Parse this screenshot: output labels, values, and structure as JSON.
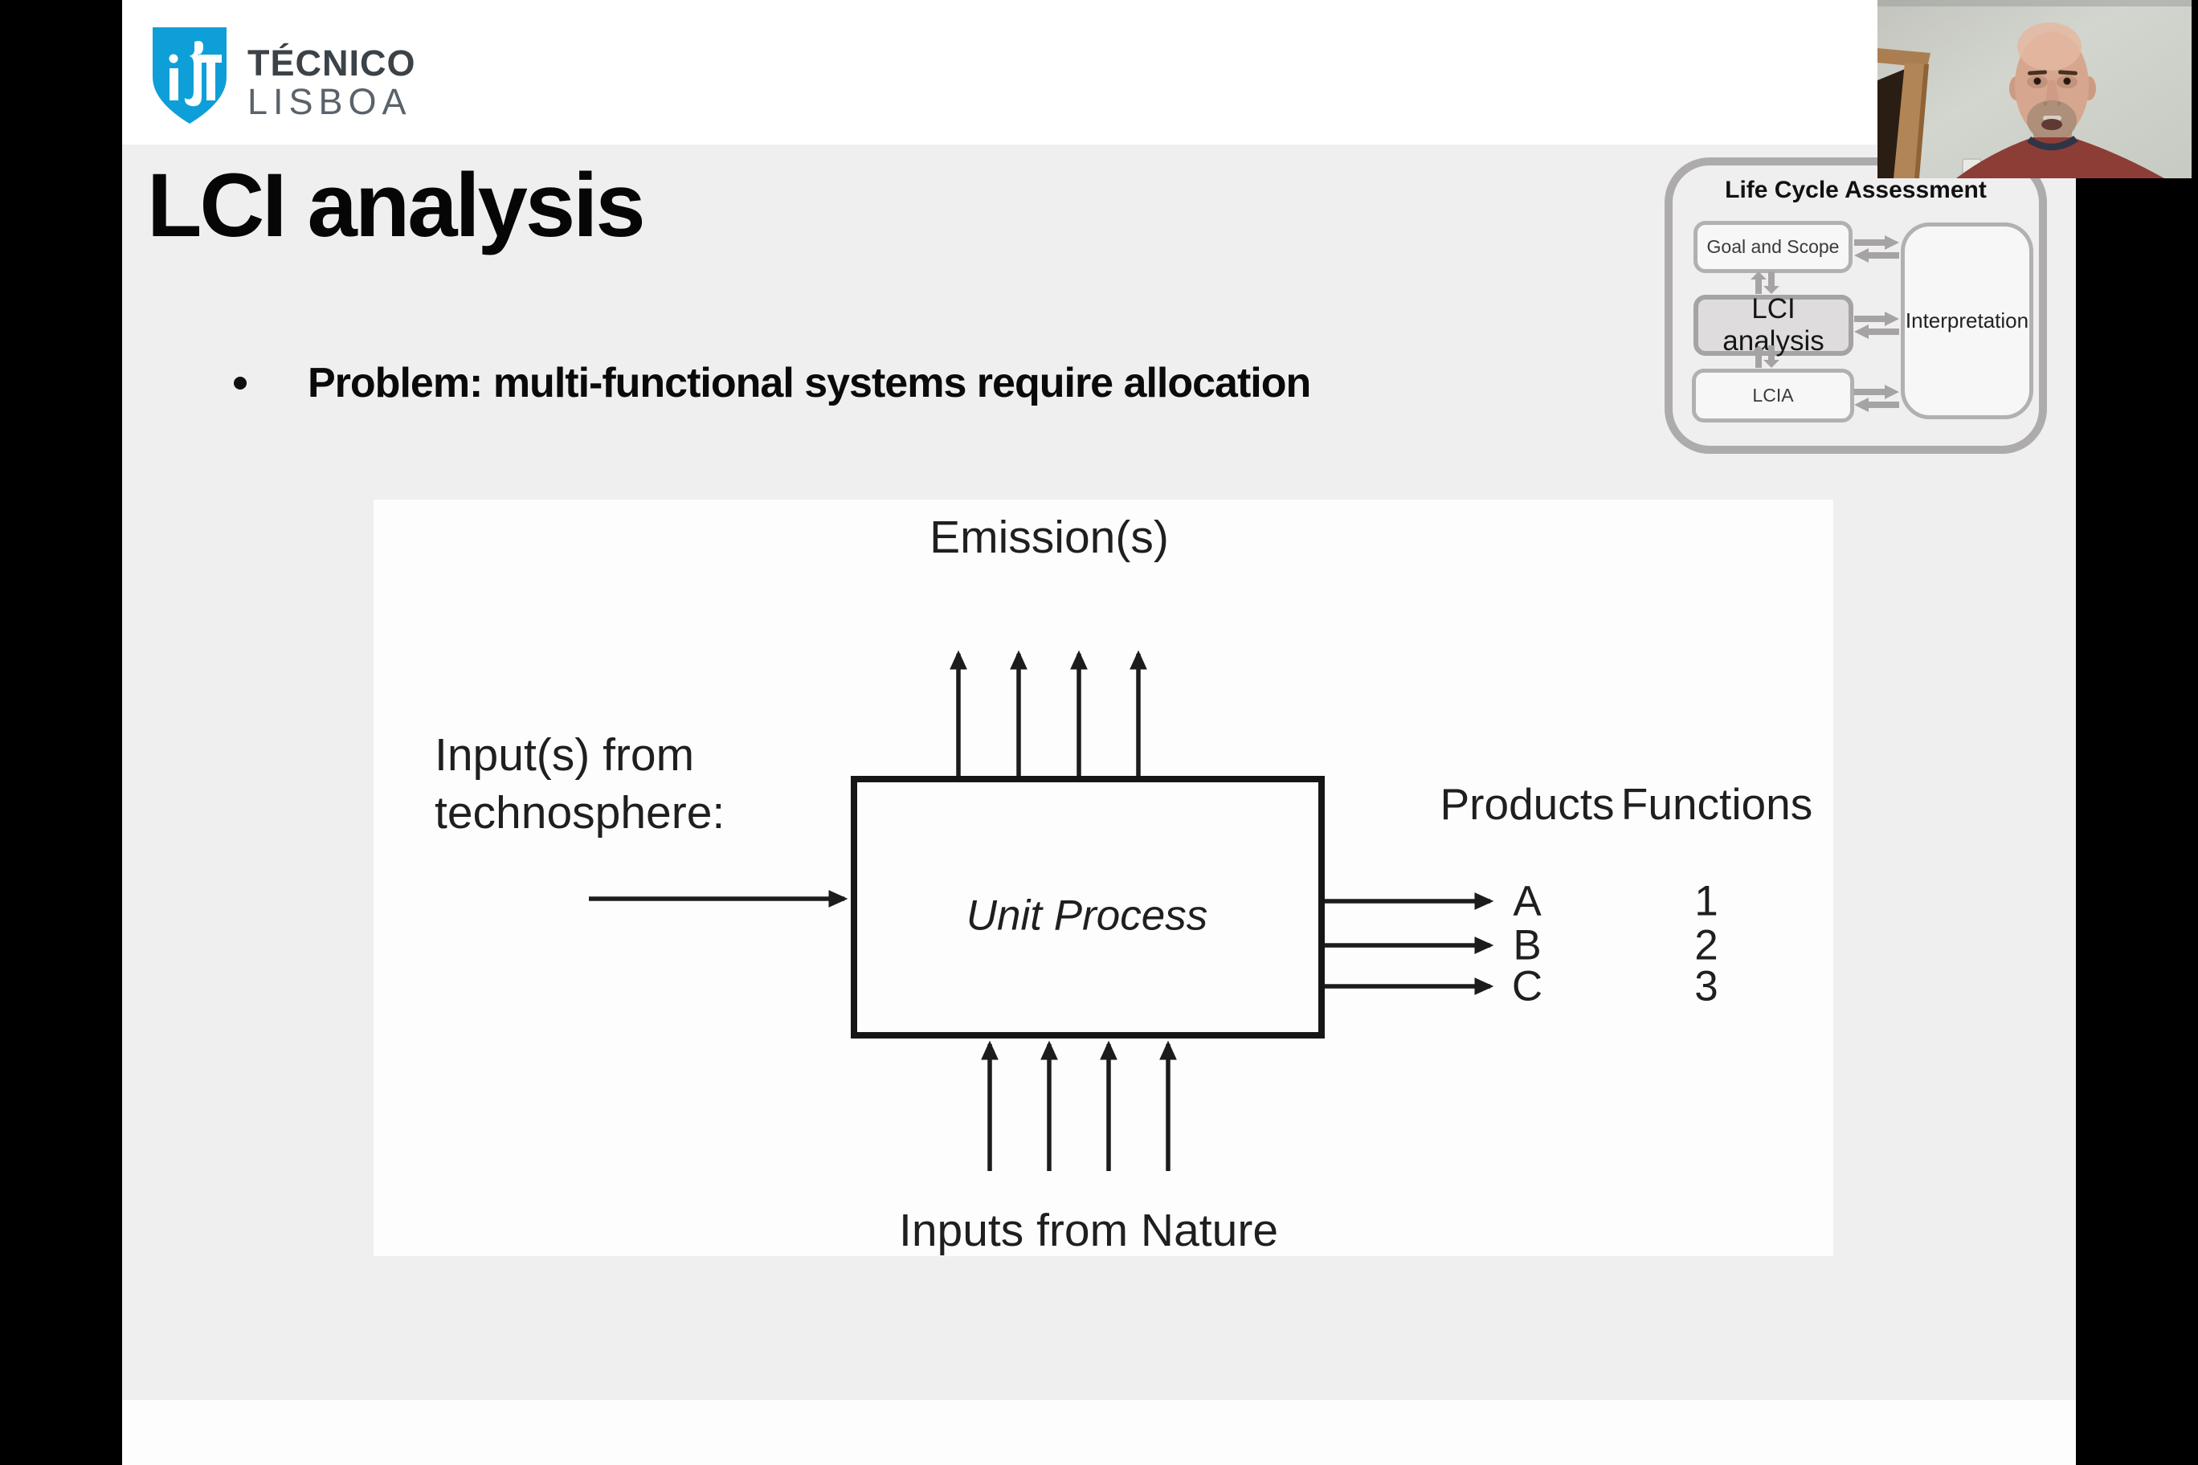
{
  "colors": {
    "page_background": "#000000",
    "slide_background": "#f0eff0",
    "header_band": "#ffffff",
    "diagram_panel": "#fdfdfd",
    "diagram_ink": "#1c1c1c",
    "logo_blue": "#0f9fd8",
    "overview_border_gray": "#adabab",
    "overview_highlight_fill": "#dedcdc",
    "shirt_maroon": "#8c3e36",
    "wall_gray_green": "#cfd1cb"
  },
  "logo": {
    "wordmark_line1": "TÉCNICO",
    "wordmark_line2": "LISBOA"
  },
  "slide": {
    "title": "LCI analysis",
    "bullet_text": "Problem: multi-functional systems require allocation"
  },
  "diagram": {
    "emissions_label": "Emission(s)",
    "inputs_technosphere_line1": "Input(s) from",
    "inputs_technosphere_line2": "technosphere:",
    "unit_process_label": "Unit Process",
    "products_header": "Products",
    "functions_header": "Functions",
    "products": [
      "A",
      "B",
      "C"
    ],
    "functions": [
      "1",
      "2",
      "3"
    ],
    "inputs_nature_label": "Inputs from Nature"
  },
  "lca_overview": {
    "title": "Life Cycle Assessment",
    "goal_scope_label": "Goal and Scope",
    "lci_label": "LCI analysis",
    "lcia_label": "LCIA",
    "interpretation_label": "Interpretation"
  }
}
